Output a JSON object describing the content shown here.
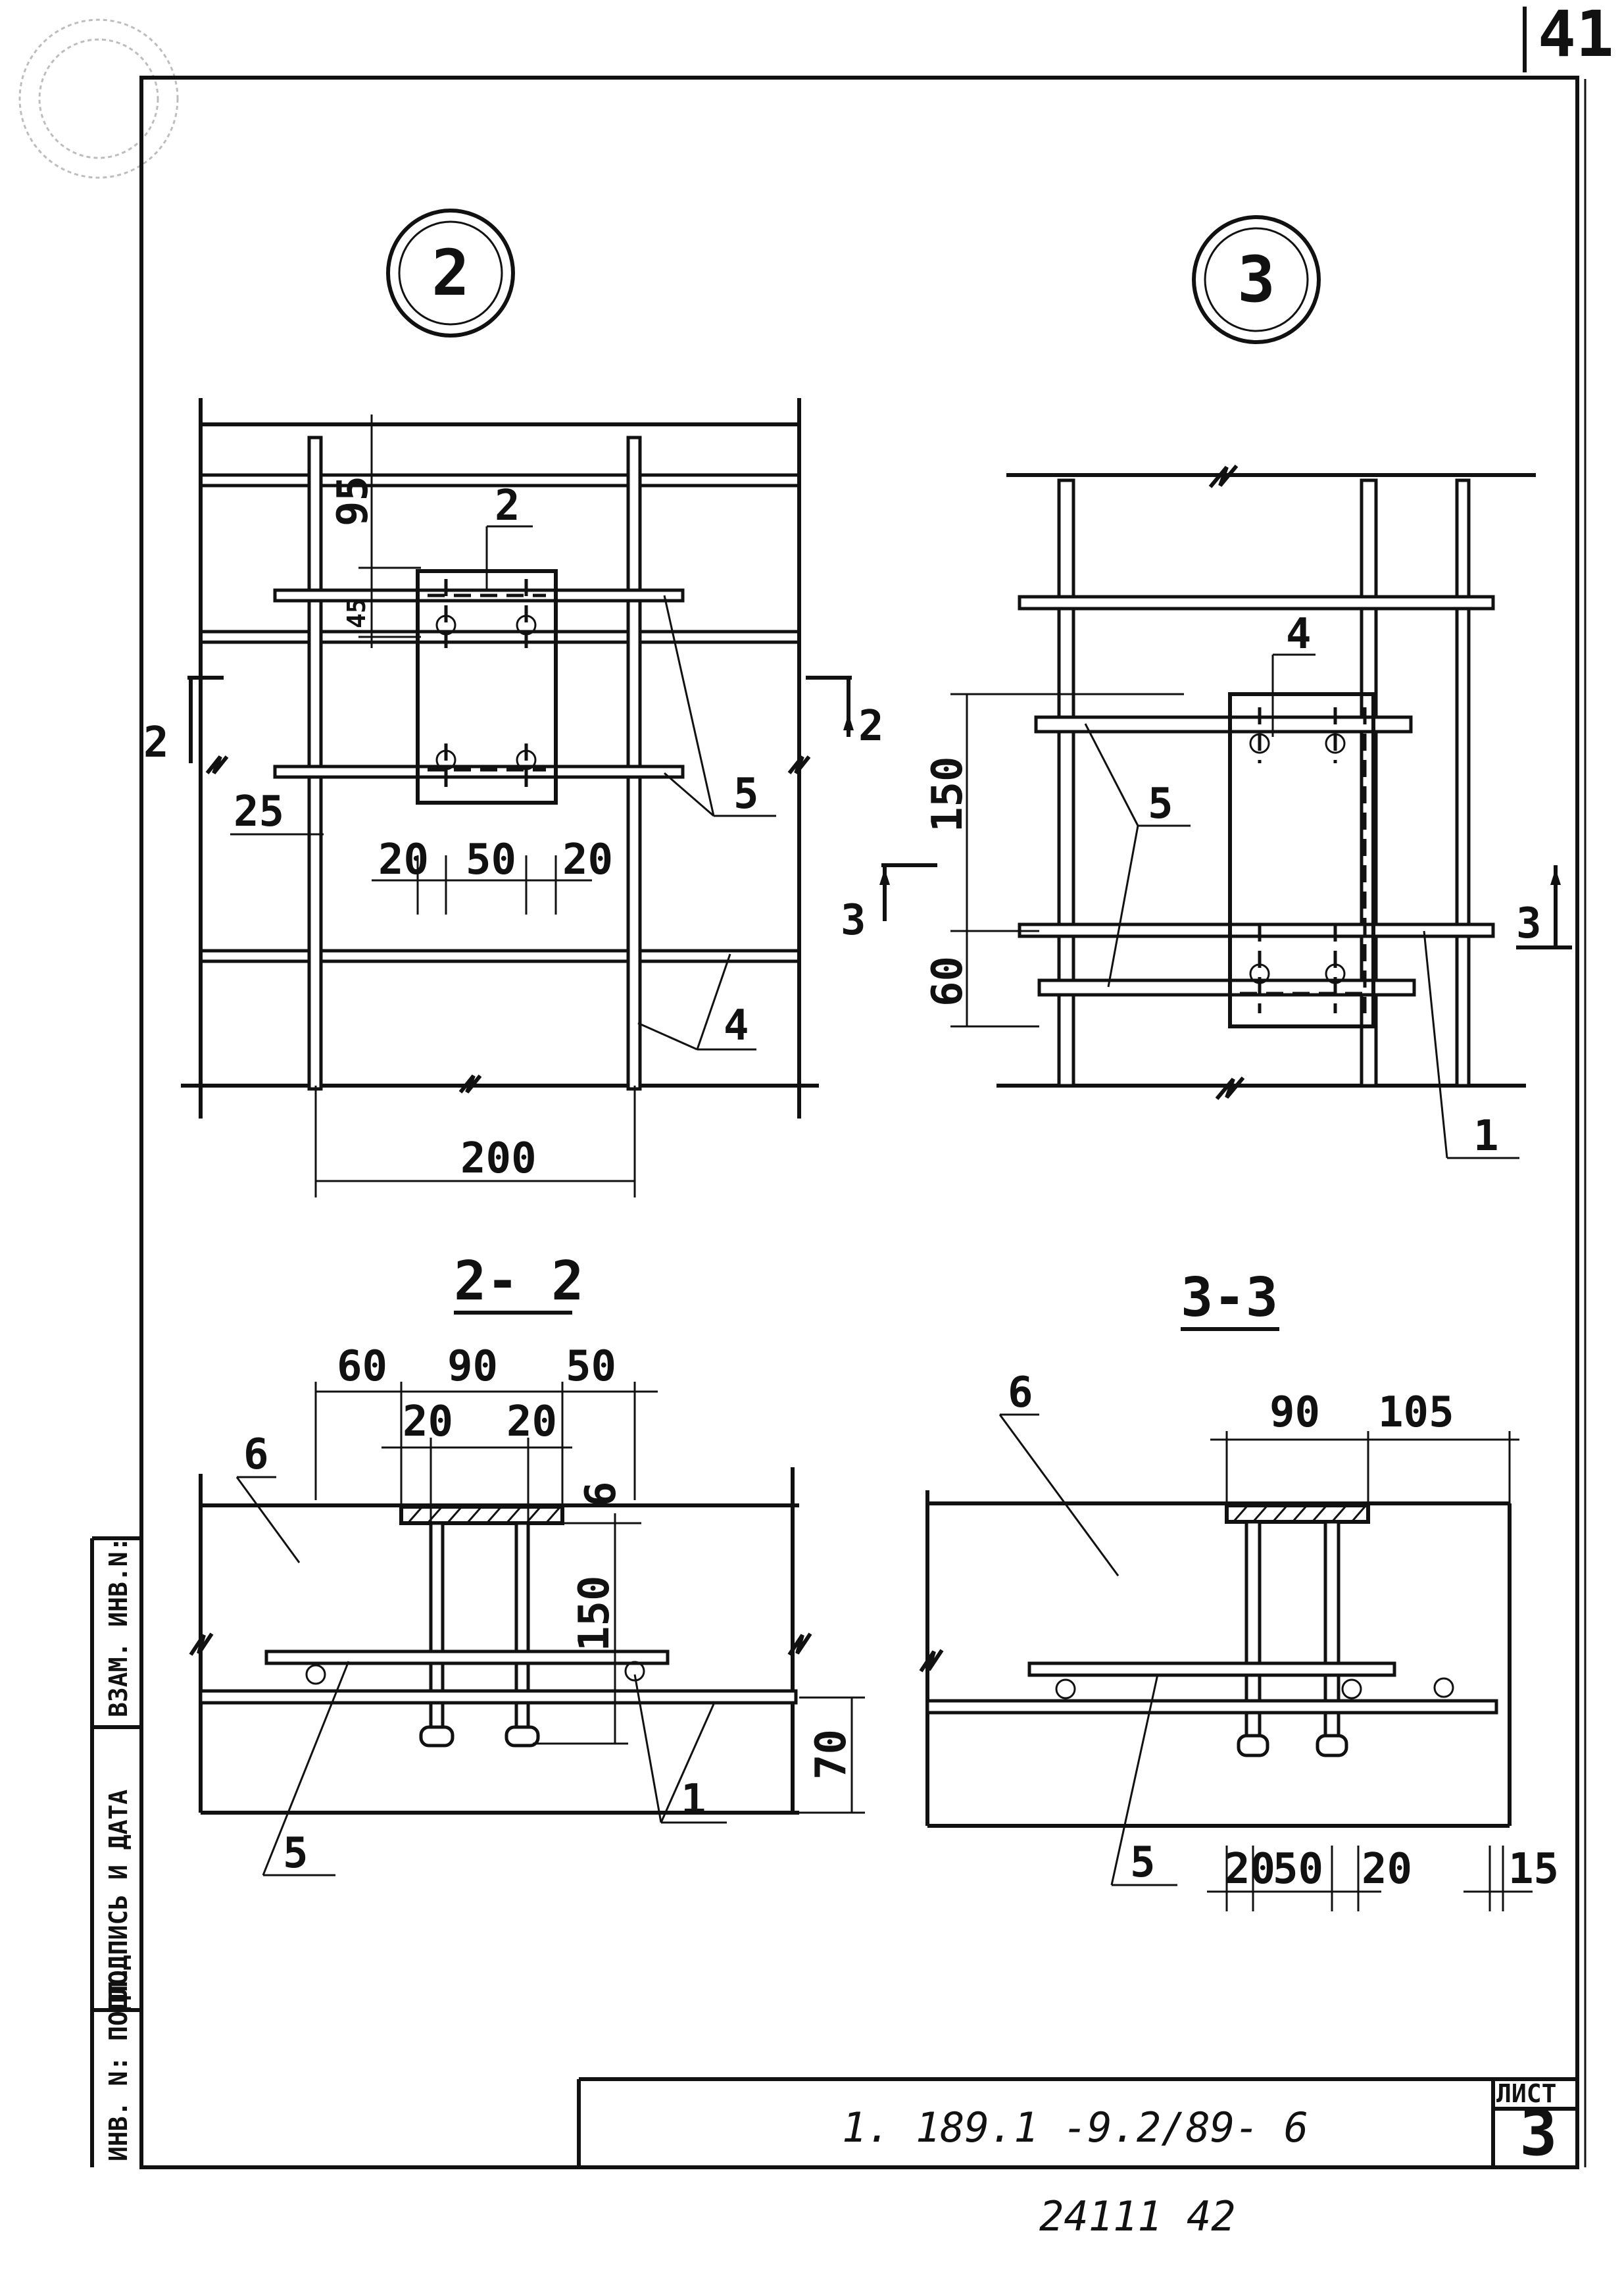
{
  "page_number": "41",
  "callouts": {
    "detail_2": "2",
    "detail_3": "3"
  },
  "section_titles": {
    "s22": "2- 2",
    "s33": "3-3"
  },
  "section_marks": {
    "left_2": "2",
    "right_2": "2",
    "left_3": "3",
    "right_3": "3"
  },
  "detail2": {
    "dims": {
      "d95": "95",
      "d45": "45",
      "d25": "25",
      "d20a": "20",
      "d50": "50",
      "d20b": "20",
      "d200": "200"
    },
    "pos": {
      "p2": "2",
      "p5": "5",
      "p4": "4"
    }
  },
  "detail3": {
    "dims": {
      "d150": "150",
      "d60": "60"
    },
    "pos": {
      "p4": "4",
      "p5": "5",
      "p1": "1"
    }
  },
  "sec22": {
    "dims": {
      "d60": "60",
      "d90": "90",
      "d50": "50",
      "d20a": "20",
      "d20b": "20",
      "d6": "6",
      "d150": "150",
      "d70": "70"
    },
    "pos": {
      "p6": "6",
      "p5": "5",
      "p1": "1"
    }
  },
  "sec33": {
    "dims": {
      "d90": "90",
      "d105": "105",
      "d20a": "20",
      "d50": "50",
      "d20b": "20",
      "d15": "15"
    },
    "pos": {
      "p6": "6",
      "p5": "5"
    }
  },
  "side_stamp": {
    "vzam": "ВЗАМ. ИНВ.N:",
    "podpis": "ПОДПИСЬ И ДАТА",
    "inv": "ИНВ. N: ПОДЛ."
  },
  "title_block": {
    "code": "1. 189.1 -9.2/89- 6",
    "sheet_label": "ЛИСТ",
    "sheet_number": "3"
  },
  "archive_number": "24111   42"
}
